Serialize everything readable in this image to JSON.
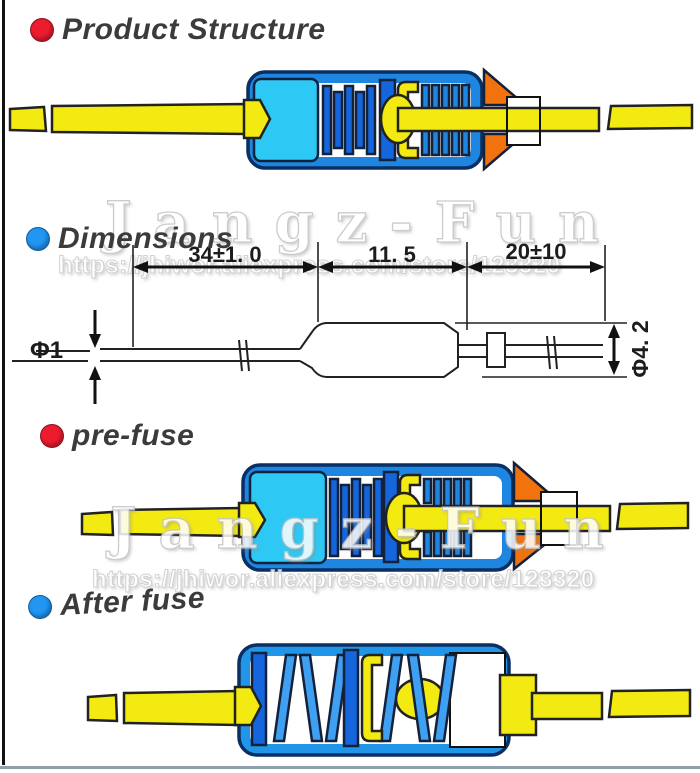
{
  "headings": {
    "product_structure": {
      "label": "Product Structure",
      "bullet": "#EC1C2E"
    },
    "dimensions": {
      "label": "Dimensions",
      "bullet": "#2196F3"
    },
    "pre_fuse": {
      "label": "pre-fuse",
      "bullet": "#EC1C2E"
    },
    "after_fuse": {
      "label": "After fuse",
      "bullet": "#2196F3"
    }
  },
  "watermarks": {
    "brand": "Jangz-Fun",
    "url": "https://jhiwor.aliexpress.com/store/123320"
  },
  "dimension_labels": {
    "body_length": "34±1. 0",
    "mid_length": "11. 5",
    "lead_length": "20±10",
    "lead_diameter": "Φ1",
    "body_diameter": "Φ4. 2"
  },
  "colors": {
    "lead_yellow": "#F3EA12",
    "case_blue": "#1E86E0",
    "pellet_cyan": "#2EC8F4",
    "spring_blue": "#1565DD",
    "spring_light": "#3F9FF0",
    "seal_orange": "#F2720D",
    "outline_navy": "#0A2F62",
    "heading_text": "#3B3B3B"
  }
}
